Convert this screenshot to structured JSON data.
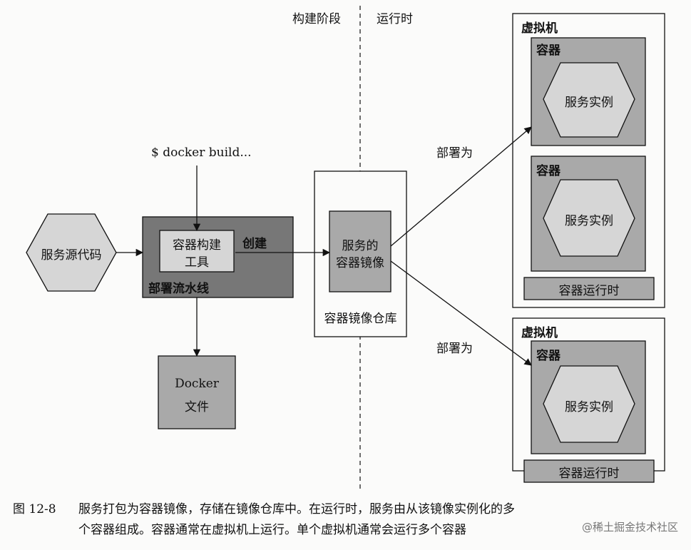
{
  "phases": {
    "build": "构建阶段",
    "runtime": "运行时"
  },
  "source_code": "服务源代码",
  "command": "$ docker build...",
  "pipeline": {
    "tool_line1": "容器构建",
    "tool_line2": "工具",
    "label": "部署流水线"
  },
  "create": "创建",
  "dockerfile": {
    "line1": "Docker",
    "line2": "文件"
  },
  "registry": {
    "image_line1": "服务的",
    "image_line2": "容器镜像",
    "label": "容器镜像仓库"
  },
  "deploy_as": [
    "部署为",
    "部署为"
  ],
  "vm1": {
    "title": "虚拟机",
    "containers": [
      {
        "title": "容器",
        "service": "服务实例"
      },
      {
        "title": "容器",
        "service": "服务实例"
      }
    ],
    "runtime": "容器运行时"
  },
  "vm2": {
    "title": "虚拟机",
    "containers": [
      {
        "title": "容器",
        "service": "服务实例"
      }
    ],
    "runtime": "容器运行时"
  },
  "caption": {
    "number": "图 12-8",
    "line1": "服务打包为容器镜像，存储在镜像仓库中。在运行时，服务由从该镜像实例化的多",
    "line2": "个容器组成。容器通常在虚拟机上运行。单个虚拟机通常会运行多个容器"
  },
  "watermark": "@稀土掘金技术社区",
  "colors": {
    "dark_gray": "#777777",
    "mid_gray": "#a9a9a9",
    "light_gray": "#d6d6d6"
  }
}
